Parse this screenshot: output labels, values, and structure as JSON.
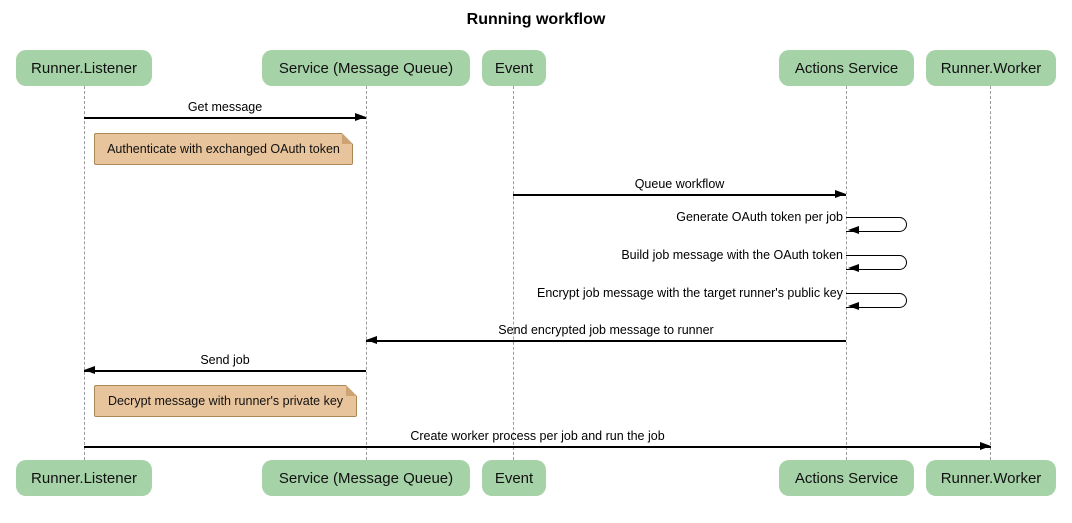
{
  "title": "Running workflow",
  "colors": {
    "participant_fill": "#a6d2a8",
    "note_fill": "#e8c49c",
    "note_border": "#aa8756",
    "note_fold": "#cda374",
    "lifeline": "#9b9b9b",
    "arrow": "#000000",
    "text": "#000000"
  },
  "participants": [
    {
      "id": "runner-listener",
      "label": "Runner.Listener"
    },
    {
      "id": "service-message-queue",
      "label": "Service (Message Queue)"
    },
    {
      "id": "event",
      "label": "Event"
    },
    {
      "id": "actions-service",
      "label": "Actions Service"
    },
    {
      "id": "runner-worker",
      "label": "Runner.Worker"
    }
  ],
  "messages": [
    {
      "type": "arrow",
      "from": "Runner.Listener",
      "to": "Service (Message Queue)",
      "label": "Get message"
    },
    {
      "type": "note",
      "over": "Runner.Listener",
      "label": "Authenticate with exchanged OAuth token"
    },
    {
      "type": "arrow",
      "from": "Event",
      "to": "Actions Service",
      "label": "Queue workflow"
    },
    {
      "type": "self",
      "on": "Actions Service",
      "label": "Generate OAuth token per job"
    },
    {
      "type": "self",
      "on": "Actions Service",
      "label": "Build job message with the OAuth token"
    },
    {
      "type": "self",
      "on": "Actions Service",
      "label": "Encrypt job message with the target runner's public key"
    },
    {
      "type": "arrow",
      "from": "Actions Service",
      "to": "Service (Message Queue)",
      "label": "Send encrypted job message to runner"
    },
    {
      "type": "arrow",
      "from": "Service (Message Queue)",
      "to": "Runner.Listener",
      "label": "Send job"
    },
    {
      "type": "note",
      "over": "Runner.Listener",
      "label": "Decrypt message with runner's private key"
    },
    {
      "type": "arrow",
      "from": "Runner.Listener",
      "to": "Runner.Worker",
      "label": "Create worker process per job and run the job"
    }
  ]
}
